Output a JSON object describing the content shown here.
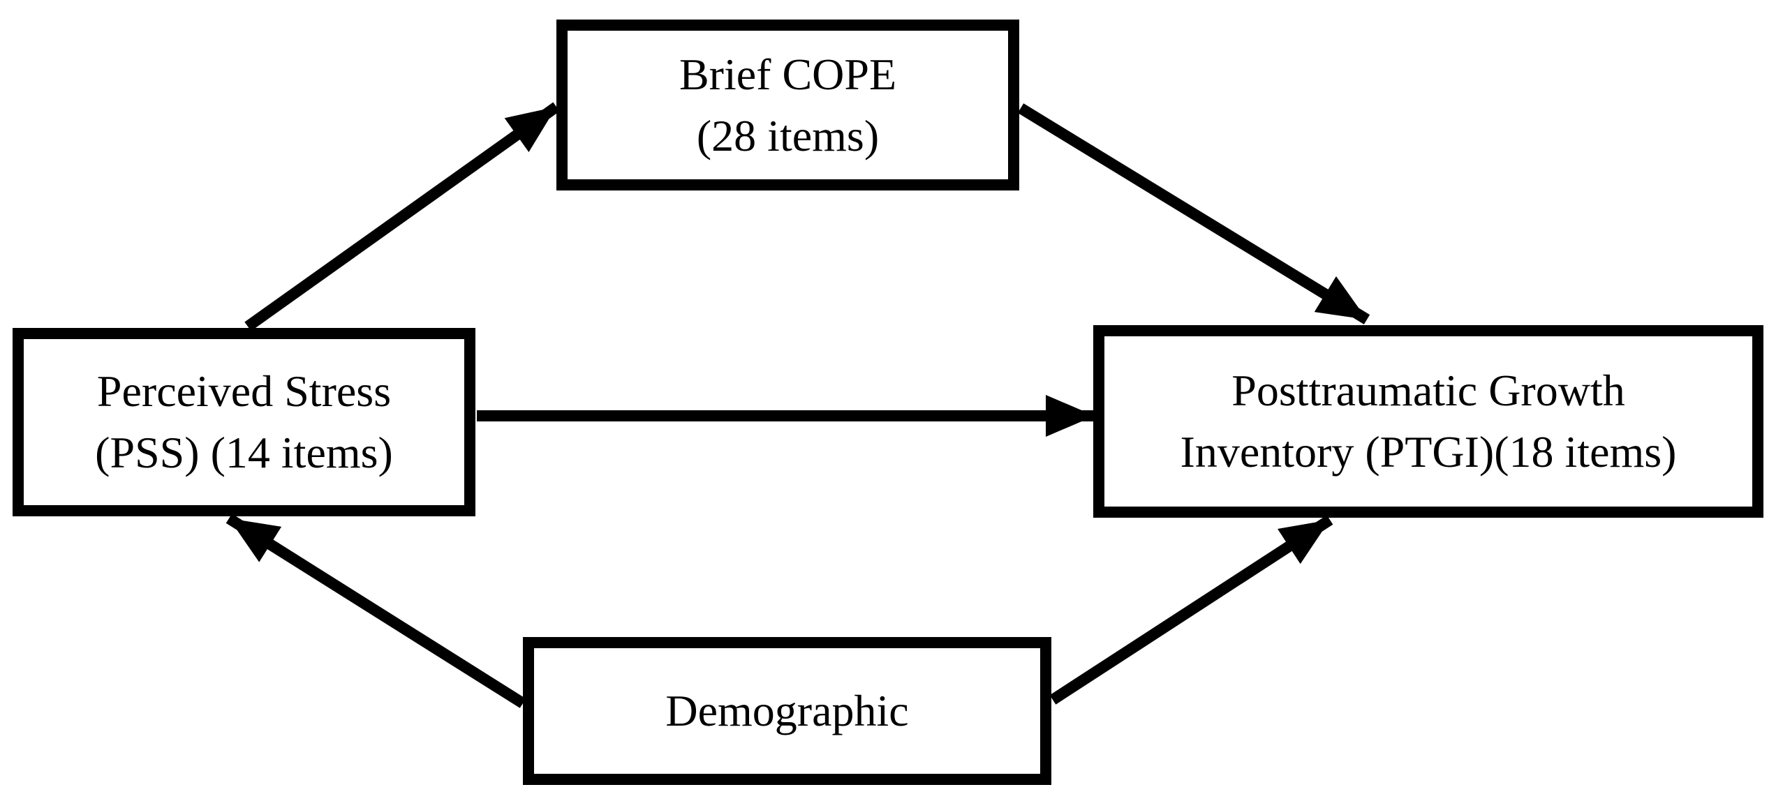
{
  "nodes": {
    "cope": {
      "line1": "Brief COPE",
      "line2": "(28 items)"
    },
    "pss": {
      "line1": "Perceived Stress",
      "line2": "(PSS) (14 items)"
    },
    "ptgi": {
      "line1": "Posttraumatic Growth",
      "line2": "Inventory (PTGI)(18 items)"
    },
    "demo": {
      "line1": "Demographic"
    }
  },
  "edges": [
    {
      "from": "Perceived Stress",
      "to": "Brief COPE"
    },
    {
      "from": "Brief COPE",
      "to": "Posttraumatic Growth Inventory"
    },
    {
      "from": "Perceived Stress",
      "to": "Posttraumatic Growth Inventory"
    },
    {
      "from": "Demographic",
      "to": "Perceived Stress"
    },
    {
      "from": "Demographic",
      "to": "Posttraumatic Growth Inventory"
    }
  ],
  "colors": {
    "stroke": "#000000",
    "background": "#ffffff"
  }
}
